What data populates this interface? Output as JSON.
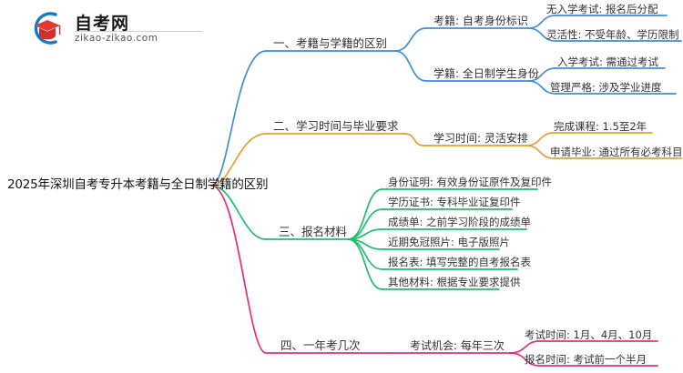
{
  "logo": {
    "brand_cn": "自考网",
    "brand_url": "zikao-zikao.com",
    "mark_icon": "graduation-cap-circle-icon",
    "colors": {
      "arc": "#1878c8",
      "cap": "#e03a32",
      "cap_dark": "#b8262a"
    }
  },
  "mindmap": {
    "root": "2025年深圳自考专升本考籍与全日制学籍的区别",
    "branch_colors": [
      "#3f8fdc",
      "#e5a12f",
      "#1fbf6f",
      "#ef2a7b"
    ],
    "branches": [
      {
        "label": "一、考籍与学籍的区别",
        "color": "#3f8fdc",
        "children": [
          {
            "label": "考籍: 自考身份标识",
            "children": [
              {
                "label": "无入学考试: 报名后分配"
              },
              {
                "label": "灵活性: 不受年龄、学历限制"
              }
            ]
          },
          {
            "label": "学籍: 全日制学生身份",
            "children": [
              {
                "label": "入学考试: 需通过考试"
              },
              {
                "label": "管理严格: 涉及学业进度"
              }
            ]
          }
        ]
      },
      {
        "label": "二、学习时间与毕业要求",
        "color": "#e5a12f",
        "children": [
          {
            "label": "学习时间: 灵活安排",
            "children": [
              {
                "label": "完成课程: 1.5至2年"
              },
              {
                "label": "申请毕业: 通过所有必考科目"
              }
            ]
          }
        ]
      },
      {
        "label": "三、报名材料",
        "color": "#1fbf6f",
        "children": [
          {
            "label": "身份证明: 有效身份证原件及复印件"
          },
          {
            "label": "学历证书: 专科毕业证复印件"
          },
          {
            "label": "成绩单: 之前学习阶段的成绩单"
          },
          {
            "label": "近期免冠照片: 电子版照片"
          },
          {
            "label": "报名表: 填写完整的自考报名表"
          },
          {
            "label": "其他材料: 根据专业要求提供"
          }
        ]
      },
      {
        "label": "四、一年考几次",
        "color": "#ef2a7b",
        "children": [
          {
            "label": "考试机会: 每年三次",
            "children": [
              {
                "label": "考试时间: 1月、4月、10月"
              },
              {
                "label": "报名时间: 考试前一个半月"
              }
            ]
          }
        ]
      }
    ]
  }
}
